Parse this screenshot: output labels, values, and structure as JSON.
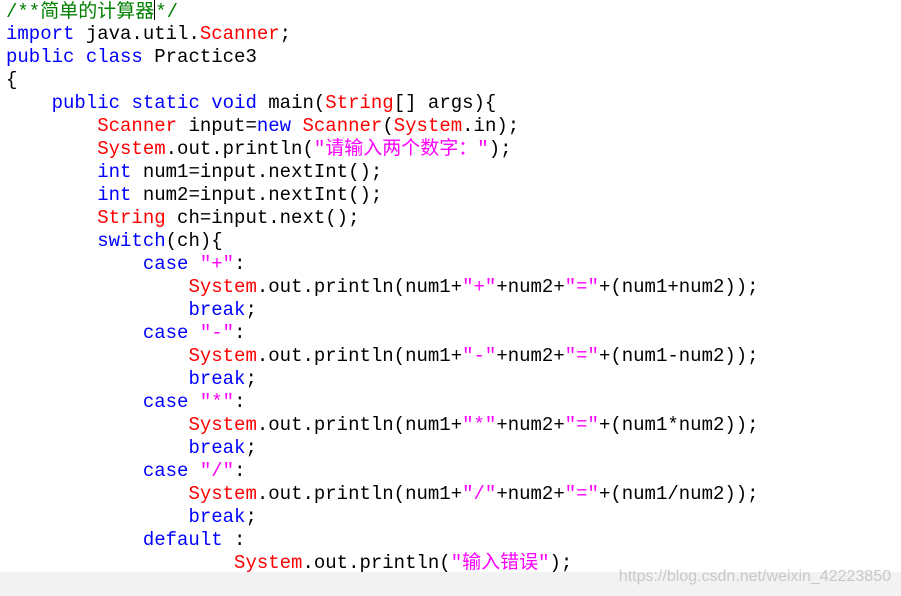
{
  "editor": {
    "colors": {
      "comment": "#008000",
      "keyword": "#0000ff",
      "type": "#ff0000",
      "string": "#ff00ff",
      "plain": "#000000"
    },
    "lines": [
      [
        {
          "text": "/**简单的计算器",
          "kind": "comment"
        },
        {
          "text": "",
          "kind": "caret"
        },
        {
          "text": "*/",
          "kind": "comment"
        }
      ],
      [
        {
          "text": "import",
          "kind": "keyword"
        },
        {
          "text": " java.util.",
          "kind": "plain"
        },
        {
          "text": "Scanner",
          "kind": "type"
        },
        {
          "text": ";",
          "kind": "plain"
        }
      ],
      [
        {
          "text": "public",
          "kind": "keyword"
        },
        {
          "text": " ",
          "kind": "plain"
        },
        {
          "text": "class",
          "kind": "keyword"
        },
        {
          "text": " Practice3",
          "kind": "plain"
        }
      ],
      [
        {
          "text": "{",
          "kind": "plain"
        }
      ],
      [
        {
          "text": "    ",
          "kind": "plain"
        },
        {
          "text": "public",
          "kind": "keyword"
        },
        {
          "text": " ",
          "kind": "plain"
        },
        {
          "text": "static",
          "kind": "keyword"
        },
        {
          "text": " ",
          "kind": "plain"
        },
        {
          "text": "void",
          "kind": "keyword"
        },
        {
          "text": " main(",
          "kind": "plain"
        },
        {
          "text": "String",
          "kind": "type"
        },
        {
          "text": "[] args){",
          "kind": "plain"
        }
      ],
      [
        {
          "text": "        ",
          "kind": "plain"
        },
        {
          "text": "Scanner",
          "kind": "type"
        },
        {
          "text": " input=",
          "kind": "plain"
        },
        {
          "text": "new",
          "kind": "keyword"
        },
        {
          "text": " ",
          "kind": "plain"
        },
        {
          "text": "Scanner",
          "kind": "type"
        },
        {
          "text": "(",
          "kind": "plain"
        },
        {
          "text": "System",
          "kind": "type"
        },
        {
          "text": ".in);",
          "kind": "plain"
        }
      ],
      [
        {
          "text": "        ",
          "kind": "plain"
        },
        {
          "text": "System",
          "kind": "type"
        },
        {
          "text": ".out.println(",
          "kind": "plain"
        },
        {
          "text": "\"请输入两个数字：\"",
          "kind": "string"
        },
        {
          "text": ");",
          "kind": "plain"
        }
      ],
      [
        {
          "text": "        ",
          "kind": "plain"
        },
        {
          "text": "int",
          "kind": "keyword"
        },
        {
          "text": " num1=input.nextInt();",
          "kind": "plain"
        }
      ],
      [
        {
          "text": "        ",
          "kind": "plain"
        },
        {
          "text": "int",
          "kind": "keyword"
        },
        {
          "text": " num2=input.nextInt();",
          "kind": "plain"
        }
      ],
      [
        {
          "text": "        ",
          "kind": "plain"
        },
        {
          "text": "String",
          "kind": "type"
        },
        {
          "text": " ch=input.next();",
          "kind": "plain"
        }
      ],
      [
        {
          "text": "        ",
          "kind": "plain"
        },
        {
          "text": "switch",
          "kind": "keyword"
        },
        {
          "text": "(ch){",
          "kind": "plain"
        }
      ],
      [
        {
          "text": "            ",
          "kind": "plain"
        },
        {
          "text": "case",
          "kind": "keyword"
        },
        {
          "text": " ",
          "kind": "plain"
        },
        {
          "text": "\"+\"",
          "kind": "string"
        },
        {
          "text": ":",
          "kind": "plain"
        }
      ],
      [
        {
          "text": "                ",
          "kind": "plain"
        },
        {
          "text": "System",
          "kind": "type"
        },
        {
          "text": ".out.println(num1+",
          "kind": "plain"
        },
        {
          "text": "\"+\"",
          "kind": "string"
        },
        {
          "text": "+num2+",
          "kind": "plain"
        },
        {
          "text": "\"=\"",
          "kind": "string"
        },
        {
          "text": "+(num1+num2));",
          "kind": "plain"
        }
      ],
      [
        {
          "text": "                ",
          "kind": "plain"
        },
        {
          "text": "break",
          "kind": "keyword"
        },
        {
          "text": ";",
          "kind": "plain"
        }
      ],
      [
        {
          "text": "            ",
          "kind": "plain"
        },
        {
          "text": "case",
          "kind": "keyword"
        },
        {
          "text": " ",
          "kind": "plain"
        },
        {
          "text": "\"-\"",
          "kind": "string"
        },
        {
          "text": ":",
          "kind": "plain"
        }
      ],
      [
        {
          "text": "                ",
          "kind": "plain"
        },
        {
          "text": "System",
          "kind": "type"
        },
        {
          "text": ".out.println(num1+",
          "kind": "plain"
        },
        {
          "text": "\"-\"",
          "kind": "string"
        },
        {
          "text": "+num2+",
          "kind": "plain"
        },
        {
          "text": "\"=\"",
          "kind": "string"
        },
        {
          "text": "+(num1-num2));",
          "kind": "plain"
        }
      ],
      [
        {
          "text": "                ",
          "kind": "plain"
        },
        {
          "text": "break",
          "kind": "keyword"
        },
        {
          "text": ";",
          "kind": "plain"
        }
      ],
      [
        {
          "text": "            ",
          "kind": "plain"
        },
        {
          "text": "case",
          "kind": "keyword"
        },
        {
          "text": " ",
          "kind": "plain"
        },
        {
          "text": "\"*\"",
          "kind": "string"
        },
        {
          "text": ":",
          "kind": "plain"
        }
      ],
      [
        {
          "text": "                ",
          "kind": "plain"
        },
        {
          "text": "System",
          "kind": "type"
        },
        {
          "text": ".out.println(num1+",
          "kind": "plain"
        },
        {
          "text": "\"*\"",
          "kind": "string"
        },
        {
          "text": "+num2+",
          "kind": "plain"
        },
        {
          "text": "\"=\"",
          "kind": "string"
        },
        {
          "text": "+(num1*num2));",
          "kind": "plain"
        }
      ],
      [
        {
          "text": "                ",
          "kind": "plain"
        },
        {
          "text": "break",
          "kind": "keyword"
        },
        {
          "text": ";",
          "kind": "plain"
        }
      ],
      [
        {
          "text": "            ",
          "kind": "plain"
        },
        {
          "text": "case",
          "kind": "keyword"
        },
        {
          "text": " ",
          "kind": "plain"
        },
        {
          "text": "\"/\"",
          "kind": "string"
        },
        {
          "text": ":",
          "kind": "plain"
        }
      ],
      [
        {
          "text": "                ",
          "kind": "plain"
        },
        {
          "text": "System",
          "kind": "type"
        },
        {
          "text": ".out.println(num1+",
          "kind": "plain"
        },
        {
          "text": "\"/\"",
          "kind": "string"
        },
        {
          "text": "+num2+",
          "kind": "plain"
        },
        {
          "text": "\"=\"",
          "kind": "string"
        },
        {
          "text": "+(num1/num2));",
          "kind": "plain"
        }
      ],
      [
        {
          "text": "                ",
          "kind": "plain"
        },
        {
          "text": "break",
          "kind": "keyword"
        },
        {
          "text": ";",
          "kind": "plain"
        }
      ],
      [
        {
          "text": "            ",
          "kind": "plain"
        },
        {
          "text": "default",
          "kind": "keyword"
        },
        {
          "text": " :",
          "kind": "plain"
        }
      ],
      [
        {
          "text": "                    ",
          "kind": "plain"
        },
        {
          "text": "System",
          "kind": "type"
        },
        {
          "text": ".out.println(",
          "kind": "plain"
        },
        {
          "text": "\"输入错误\"",
          "kind": "string"
        },
        {
          "text": ");",
          "kind": "plain"
        }
      ]
    ]
  },
  "watermark": {
    "text": "https://blog.csdn.net/weixin_42223850"
  }
}
